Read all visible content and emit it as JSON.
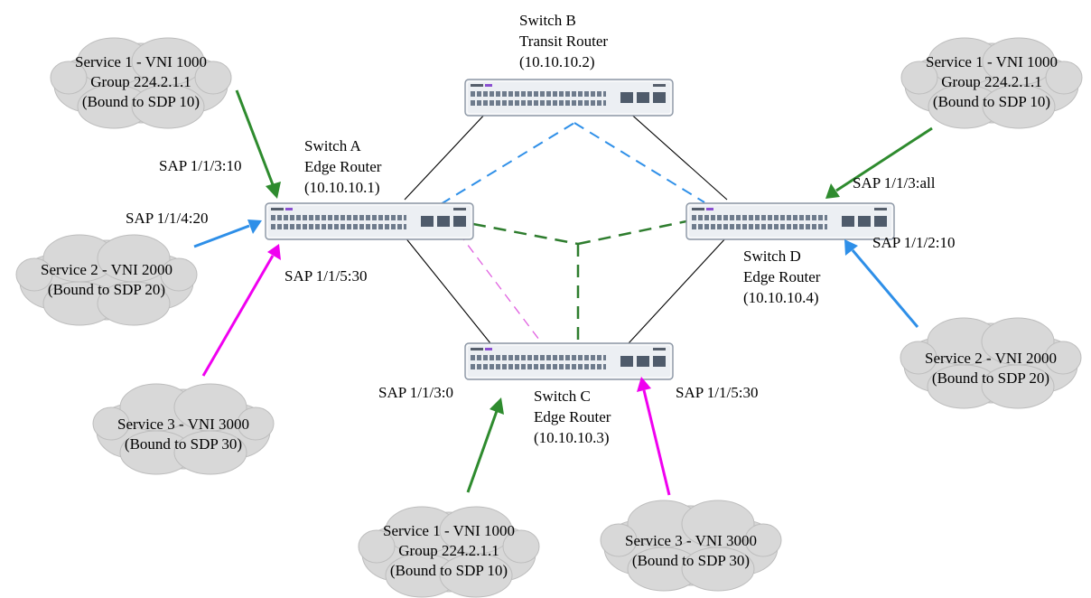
{
  "colors": {
    "service1": "#2e8b2e",
    "service2": "#2e8fe8",
    "service3": "#f000f0",
    "sdp10": "#2e8fe8",
    "sdp20": "#2e7d2e",
    "sdp30": "#e060e0",
    "physical_link": "#000000",
    "cloud_fill": "#d8d8d8",
    "cloud_stroke": "#bdbdbd",
    "switch_body": "#eceff3",
    "switch_port": "#6e7b8c"
  },
  "switches": {
    "a": {
      "name": "Switch A",
      "role": "Edge Router",
      "ip": "(10.10.10.1)"
    },
    "b": {
      "name": "Switch B",
      "role": "Transit Router",
      "ip": "(10.10.10.2)"
    },
    "c": {
      "name": "Switch C",
      "role": "Edge Router",
      "ip": "(10.10.10.3)"
    },
    "d": {
      "name": "Switch D",
      "role": "Edge Router",
      "ip": "(10.10.10.4)"
    }
  },
  "services": {
    "s1_a": {
      "line1": "Service 1 - VNI 1000",
      "line2": "Group 224.2.1.1",
      "line3": "(Bound to SDP 10)"
    },
    "s1_d": {
      "line1": "Service 1 - VNI 1000",
      "line2": "Group 224.2.1.1",
      "line3": "(Bound to SDP 10)"
    },
    "s1_c": {
      "line1": "Service 1 - VNI 1000",
      "line2": "Group 224.2.1.1",
      "line3": "(Bound to SDP 10)"
    },
    "s2_a": {
      "line1": "Service 2 - VNI 2000",
      "line2": "(Bound to SDP 20)"
    },
    "s2_d": {
      "line1": "Service 2 - VNI 2000",
      "line2": "(Bound to SDP 20)"
    },
    "s3_a": {
      "line1": "Service 3 - VNI 3000",
      "line2": "(Bound to SDP 30)"
    },
    "s3_c": {
      "line1": "Service 3 - VNI 3000",
      "line2": "(Bound to SDP 30)"
    }
  },
  "saps": {
    "a_s1": "SAP 1/1/3:10",
    "a_s2": "SAP 1/1/4:20",
    "a_s3": "SAP 1/1/5:30",
    "d_s1": "SAP 1/1/3:all",
    "d_s2": "SAP 1/1/2:10",
    "c_s1": "SAP 1/1/3:0",
    "c_s3": "SAP 1/1/5:30"
  }
}
